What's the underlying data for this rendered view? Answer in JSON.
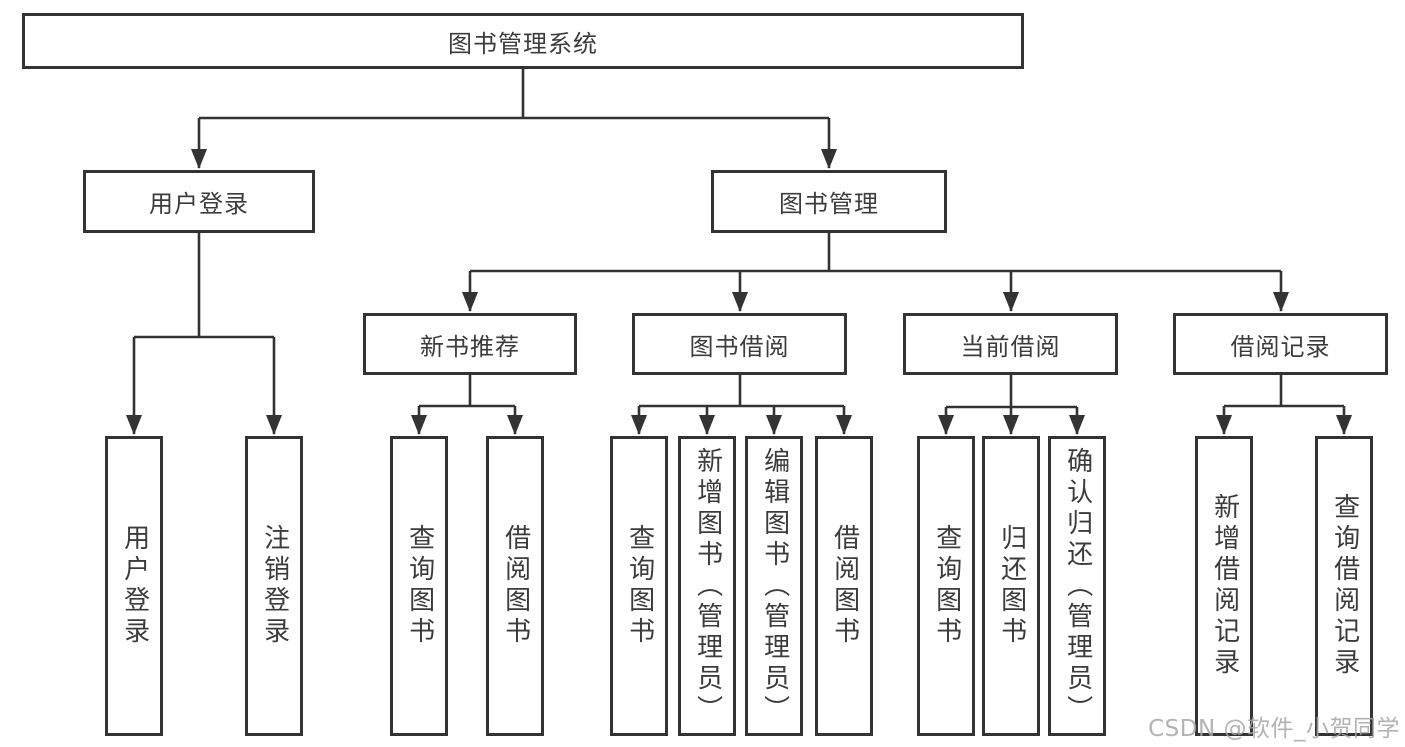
{
  "diagram": {
    "root": {
      "label": "图书管理系统"
    },
    "branches": [
      {
        "label": "用户登录",
        "leaves": [
          {
            "label": "用户登录"
          },
          {
            "label": "注销登录"
          }
        ]
      },
      {
        "label": "图书管理",
        "groups": [
          {
            "label": "新书推荐",
            "leaves": [
              {
                "label": "查询图书"
              },
              {
                "label": "借阅图书"
              }
            ]
          },
          {
            "label": "图书借阅",
            "leaves": [
              {
                "label": "查询图书"
              },
              {
                "label": "新增图书（管理员）"
              },
              {
                "label": "编辑图书（管理员）"
              },
              {
                "label": "借阅图书"
              }
            ]
          },
          {
            "label": "当前借阅",
            "leaves": [
              {
                "label": "查询图书"
              },
              {
                "label": "归还图书"
              },
              {
                "label": "确认归还（管理员）"
              }
            ]
          },
          {
            "label": "借阅记录",
            "leaves": [
              {
                "label": "新增借阅记录"
              },
              {
                "label": "查询借阅记录"
              }
            ]
          }
        ]
      }
    ],
    "watermark": "CSDN @软件_小贺同学",
    "colors": {
      "line": "#333333",
      "text": "#3c3c3c",
      "box_fill": "#ffffff",
      "watermark": "#a6a6a6",
      "background": "#ffffff"
    }
  }
}
